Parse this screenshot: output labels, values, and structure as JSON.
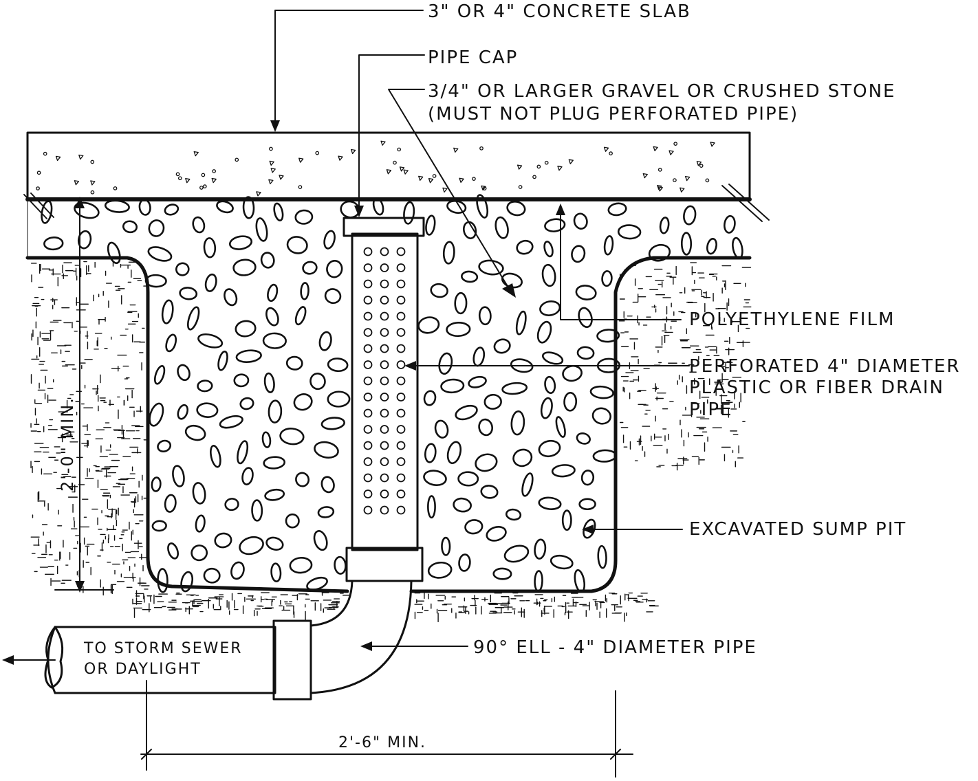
{
  "labels": {
    "slab": "3\" OR 4\" CONCRETE SLAB",
    "pipe_cap": "PIPE CAP",
    "gravel_line1": "3/4\" OR LARGER GRAVEL OR CRUSHED STONE",
    "gravel_line2": "(MUST NOT PLUG PERFORATED PIPE)",
    "film": "POLYETHYLENE FILM",
    "perforated_line1": "PERFORATED 4\" DIAMETER",
    "perforated_line2": "PLASTIC OR FIBER DRAIN",
    "perforated_line3": "PIPE",
    "sump_pit": "EXCAVATED SUMP PIT",
    "ell": "90° ELL - 4\" DIAMETER PIPE",
    "outlet_line1": "TO STORM SEWER",
    "outlet_line2": "OR DAYLIGHT",
    "depth_dim": "2'-0\" MIN.",
    "width_dim": "2'-6\" MIN."
  },
  "colors": {
    "ink": "#111111",
    "paper": "#ffffff"
  }
}
